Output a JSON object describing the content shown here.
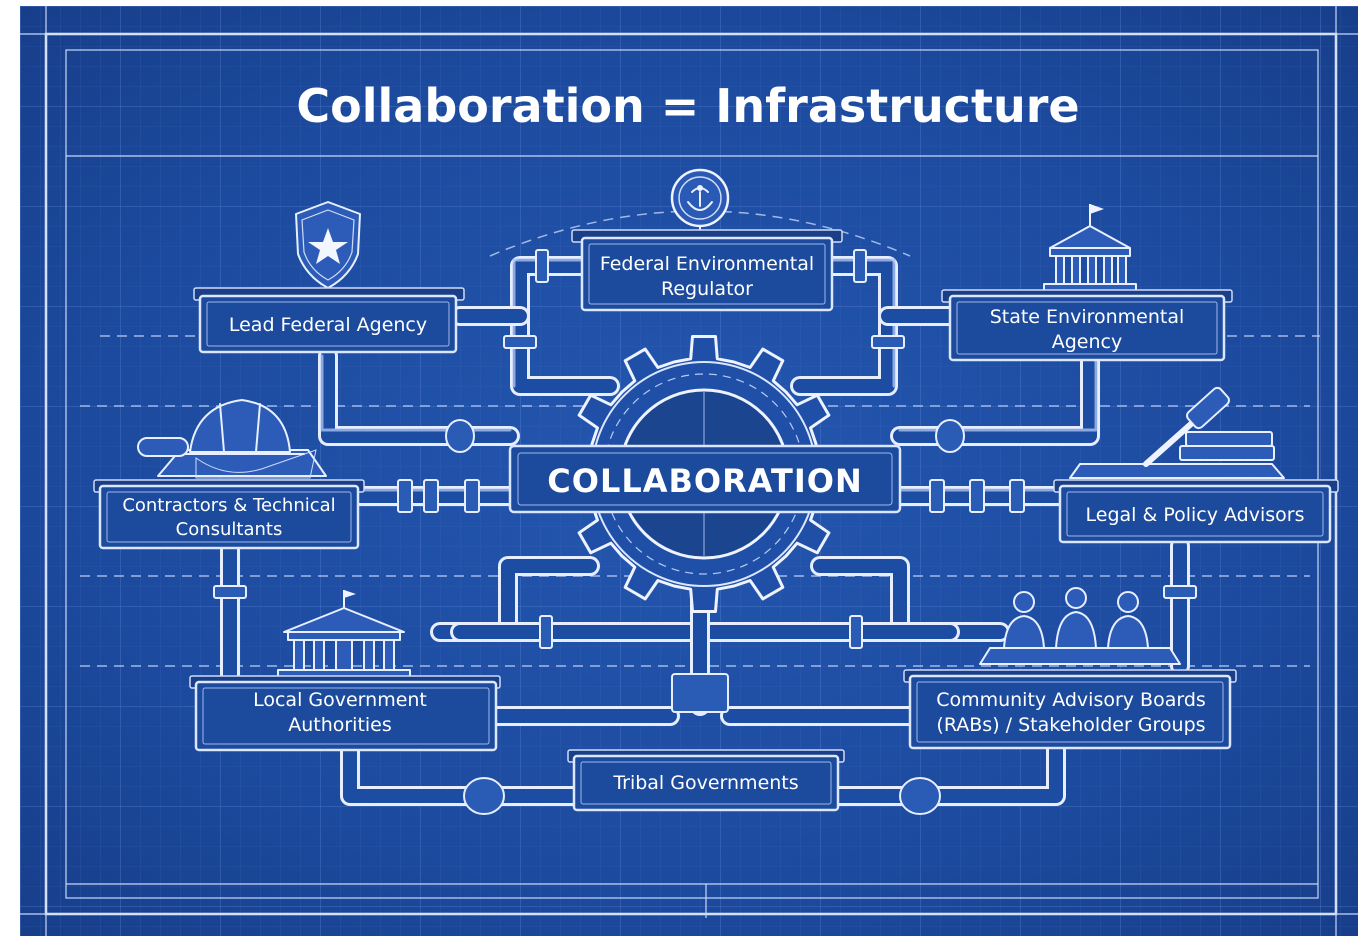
{
  "title": "Collaboration = Infrastructure",
  "hub": {
    "label": "COLLABORATION"
  },
  "nodes": {
    "federal_regulator": {
      "lines": [
        "Federal Environmental",
        "Regulator"
      ],
      "icon": "leaf-emblem-icon"
    },
    "lead_federal_agency": {
      "lines": [
        "Lead Federal Agency"
      ],
      "icon": "shield-star-icon"
    },
    "state_agency": {
      "lines": [
        "State Environmental",
        "Agency"
      ],
      "icon": "capitol-building-icon"
    },
    "contractors": {
      "lines": [
        "Contractors & Technical",
        "Consultants"
      ],
      "icon": "hard-hat-icon"
    },
    "legal": {
      "lines": [
        "Legal & Policy Advisors"
      ],
      "icon": "gavel-icon"
    },
    "local_government": {
      "lines": [
        "Local Government",
        "Authorities"
      ],
      "icon": "town-hall-icon"
    },
    "community": {
      "lines": [
        "Community Advisory Boards",
        "(RABs) / Stakeholder Groups"
      ],
      "icon": "people-meeting-icon"
    },
    "tribal": {
      "lines": [
        "Tribal Governments"
      ],
      "icon": ""
    }
  },
  "colors": {
    "background": "#1b4a9e",
    "line": "#e6eeff",
    "box": "#1c4a9c"
  }
}
